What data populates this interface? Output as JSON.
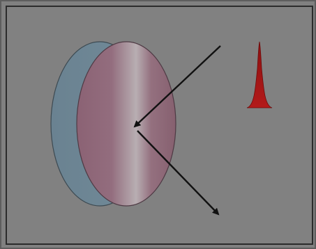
{
  "diagram": {
    "colors": {
      "background": "#818181",
      "panel_border": "#2b2b2b",
      "disc_back": "#6f8794",
      "disc_front_edge": "#8a6a7a",
      "disc_front_center": "#a99aa2",
      "arrow": "#111111",
      "pulse": "#a01515"
    },
    "elements": {
      "disc": "beam-splitter-disc",
      "incident_arrow": "incident-beam-arrow",
      "reflected_arrow": "reflected-beam-arrow",
      "pulse": "laser-pulse-spike"
    }
  }
}
